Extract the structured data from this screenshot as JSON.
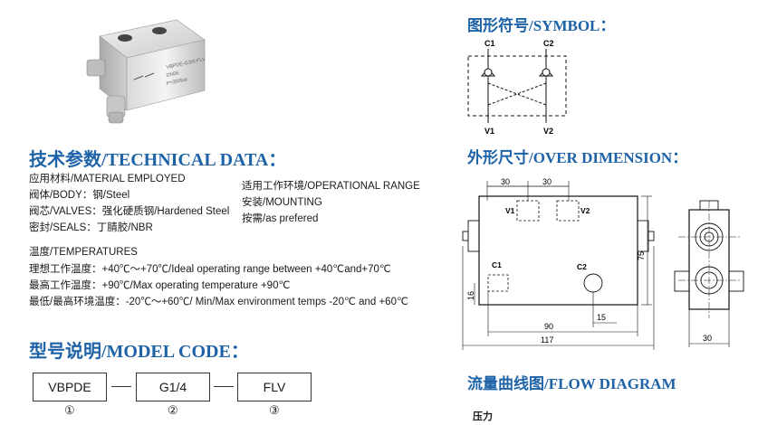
{
  "symbol": {
    "heading": "图形符号/SYMBOL：",
    "labels": {
      "c1": "C1",
      "c2": "C2",
      "v1": "V1",
      "v2": "V2"
    }
  },
  "product_photo": {
    "engraving": [
      "VBPDE-G3/8-FLV",
      "DN06",
      "P=350bar"
    ]
  },
  "technical": {
    "heading": "技术参数/TECHNICAL DATA：",
    "material_title": "应用材料/MATERIAL EMPLOYED",
    "body": "阀体/BODY：钢/Steel",
    "valves": "阀芯/VALVES：强化硬质钢/Hardened Steel",
    "seals": "密封/SEALS：丁腈胶/NBR",
    "operational_range": "适用工作环境/OPERATIONAL RANGE",
    "mounting": "安装/MOUNTING",
    "as_prefered": "按需/as prefered",
    "temp_title": "温度/TEMPERATURES",
    "ideal": "理想工作温度：+40℃～+70℃/Ideal operating range between +40℃and+70℃",
    "max": "最高工作温度：+90℃/Max operating temperature +90℃",
    "min_max": "最低/最高环境温度：-20℃～+60℃/ Min/Max environment temps -20℃ and +60℃"
  },
  "model_code": {
    "heading": "型号说明/MODEL CODE：",
    "parts": [
      "VBPDE",
      "G1/4",
      "FLV"
    ],
    "markers": [
      "①",
      "②",
      "③"
    ]
  },
  "dimension": {
    "heading": "外形尺寸/OVER DIMENSION：",
    "labels": {
      "d30a": "30",
      "d30b": "30",
      "d75": "75",
      "d16": "16",
      "d15": "15",
      "d90": "90",
      "d117": "117",
      "d30side": "30",
      "v1": "V1",
      "v2": "V2",
      "c1": "C1",
      "c2": "C2"
    }
  },
  "flow": {
    "heading": "流量曲线图/FLOW DIAGRAM",
    "pressure_label": "压力"
  }
}
